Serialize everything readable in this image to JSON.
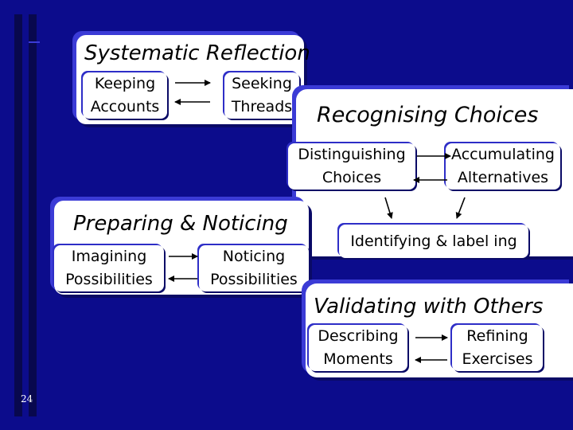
{
  "slide_number": "24",
  "panels": {
    "systematic_reflection": {
      "title": "Systematic Reflection",
      "nodes": [
        {
          "line1": "Keeping",
          "line2": "Accounts"
        },
        {
          "line1": "Seeking",
          "line2": "Threads"
        }
      ]
    },
    "recognising_choices": {
      "title": "Recognising Choices",
      "nodes": [
        {
          "line1": "Distinguishing",
          "line2": "Choices"
        },
        {
          "line1": "Accumulating",
          "line2": "Alternatives"
        }
      ],
      "result": "Identifying & label ing"
    },
    "preparing_noticing": {
      "title": "Preparing & Noticing",
      "nodes": [
        {
          "line1": "Imagining",
          "line2": "Possibilities"
        },
        {
          "line1": "Noticing",
          "line2": "Possibilities"
        }
      ]
    },
    "validating_others": {
      "title": "Validating with Others",
      "nodes": [
        {
          "line1": "Describing",
          "line2": "Moments"
        },
        {
          "line1": "Refining",
          "line2": "Exercises"
        }
      ]
    }
  },
  "colors": {
    "background": "#0c0c8c",
    "stripe": "#08084e",
    "panel": "#ffffff",
    "bevel_light": "#3b3bd6",
    "bevel_dark": "#0a0a66",
    "text": "#000000",
    "slide_number": "#ffffff"
  }
}
